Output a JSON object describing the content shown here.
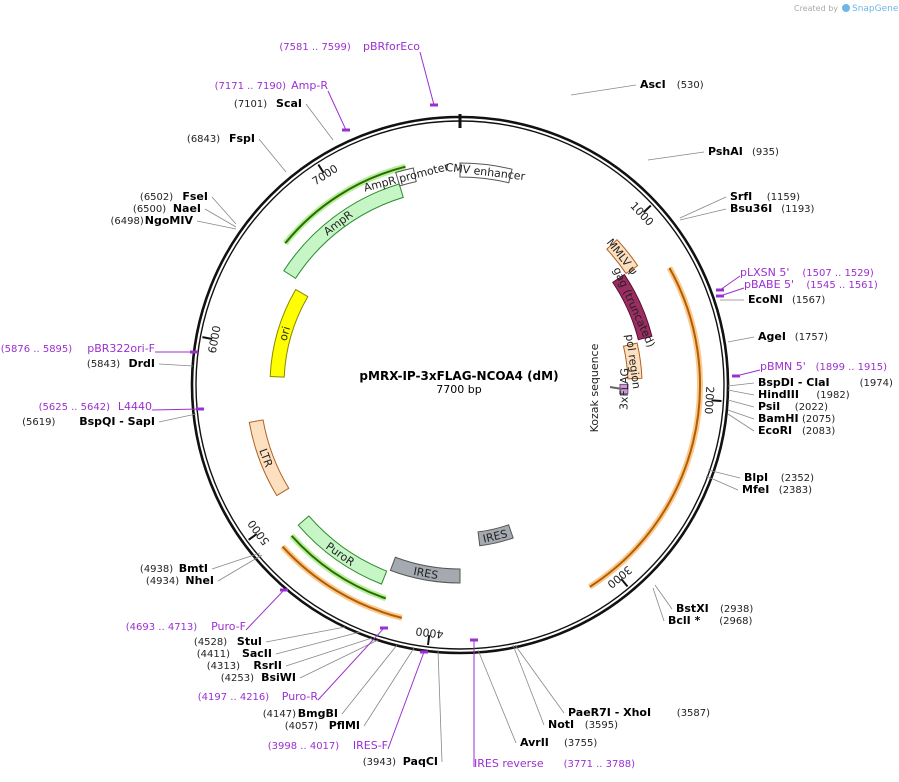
{
  "header": {
    "created_by": "Created by",
    "brand": "SnapGene"
  },
  "plasmid": {
    "name": "pMRX-IP-3xFLAG-NCOA4 (dM)",
    "size": "7700 bp",
    "length": 7700
  },
  "ticks": [
    "1000",
    "2000",
    "3000",
    "4000",
    "5000",
    "6000",
    "7000"
  ],
  "features": [
    {
      "id": "cmv",
      "label": "CMV enhancer",
      "start": 7700,
      "end": 7990,
      "color": "#ffffff",
      "stroke": "#555"
    },
    {
      "id": "mmlv",
      "label": "MMLV ψ",
      "start": 1010,
      "end": 1200,
      "color": "#fde0c0",
      "stroke": "#b06020"
    },
    {
      "id": "gag",
      "label": "gag (truncated)",
      "start": 1200,
      "end": 1620,
      "color": "#9a2d62",
      "stroke": "#5a0d32"
    },
    {
      "id": "pol",
      "label": "pol region",
      "start": 1640,
      "end": 1880,
      "color": "#fde0c0",
      "stroke": "#b06020"
    },
    {
      "id": "flag",
      "label": "3xFLAG",
      "start": 1920,
      "end": 1990,
      "color": "#c99bd0",
      "stroke": "#7a4a88"
    },
    {
      "id": "ires1",
      "label": "IRES",
      "start": 3440,
      "end": 3700,
      "color": "#a5a9b0",
      "stroke": "#555"
    },
    {
      "id": "ires2",
      "label": "IRES",
      "start": 3850,
      "end": 4290,
      "color": "#a5a9b0",
      "stroke": "#555"
    },
    {
      "id": "puro",
      "label": "PuroR",
      "start": 4310,
      "end": 4900,
      "color": "#c6f5c6",
      "stroke": "#2b8a2b"
    },
    {
      "id": "ltr",
      "label": "LTR",
      "start": 5110,
      "end": 5560,
      "color": "#fde0c0",
      "stroke": "#b06020"
    },
    {
      "id": "ori",
      "label": "ori",
      "start": 5830,
      "end": 6420,
      "color": "#ffff00",
      "stroke": "#888800"
    },
    {
      "id": "ampr",
      "label": "AmpR",
      "start": 6480,
      "end": 7340,
      "color": "#c6f5c6",
      "stroke": "#2b8a2b"
    },
    {
      "id": "amprp",
      "label": "AmpR promoter",
      "start": 7340,
      "end": 7440,
      "color": "#ffffff",
      "stroke": "#555"
    }
  ],
  "kozak": "Kozak sequence",
  "orange_arcs": [
    {
      "start": 1300,
      "end": 3150
    },
    {
      "start": 4150,
      "end": 4870
    }
  ],
  "green_arcs": [
    {
      "start": 6610,
      "end": 7400
    },
    {
      "start": 4260,
      "end": 4880
    }
  ],
  "enzymes": [
    {
      "name": "AscI",
      "pos": "(530)",
      "side": "right"
    },
    {
      "name": "PshAI",
      "pos": "(935)",
      "side": "right"
    },
    {
      "name": "SrfI",
      "pos": "(1159)",
      "side": "right"
    },
    {
      "name": "Bsu36I",
      "pos": "(1193)",
      "side": "right"
    },
    {
      "name": "EcoNI",
      "pos": "(1567)",
      "side": "right"
    },
    {
      "name": "AgeI",
      "pos": "(1757)",
      "side": "right"
    },
    {
      "name": "BspDI  - ClaI",
      "pos": "(1974)",
      "side": "right"
    },
    {
      "name": "HindIII",
      "pos": "(1982)",
      "side": "right"
    },
    {
      "name": "PsiI",
      "pos": "(2022)",
      "side": "right"
    },
    {
      "name": "BamHI",
      "pos": "(2075)",
      "side": "right"
    },
    {
      "name": "EcoRI",
      "pos": "(2083)",
      "side": "right"
    },
    {
      "name": "BlpI",
      "pos": "(2352)",
      "side": "right"
    },
    {
      "name": "MfeI",
      "pos": "(2383)",
      "side": "right"
    },
    {
      "name": "BstXI",
      "pos": "(2938)",
      "side": "right"
    },
    {
      "name": "BclI *",
      "pos": "(2968)",
      "side": "right"
    },
    {
      "name": "PaeR7I  - XhoI",
      "pos": "(3587)",
      "side": "right"
    },
    {
      "name": "NotI",
      "pos": "(3595)",
      "side": "right"
    },
    {
      "name": "AvrII",
      "pos": "(3755)",
      "side": "right"
    },
    {
      "name": "PaqCI",
      "pos": "(3943)",
      "side": "left"
    },
    {
      "name": "PflMI",
      "pos": "(4057)",
      "side": "left"
    },
    {
      "name": "BmgBI",
      "pos": "(4147)",
      "side": "left"
    },
    {
      "name": "BsiWI",
      "pos": "(4253)",
      "side": "left"
    },
    {
      "name": "RsrII",
      "pos": "(4313)",
      "side": "left"
    },
    {
      "name": "SacII",
      "pos": "(4411)",
      "side": "left"
    },
    {
      "name": "StuI",
      "pos": "(4528)",
      "side": "left"
    },
    {
      "name": "NheI",
      "pos": "(4934)",
      "side": "left"
    },
    {
      "name": "BmtI",
      "pos": "(4938)",
      "side": "left"
    },
    {
      "name": "BspQI  - SapI",
      "pos": "(5619)",
      "side": "left"
    },
    {
      "name": "DrdI",
      "pos": "(5843)",
      "side": "left"
    },
    {
      "name": "NgoMIV",
      "pos": "(6498)",
      "side": "left"
    },
    {
      "name": "NaeI",
      "pos": "(6500)",
      "side": "left"
    },
    {
      "name": "FseI",
      "pos": "(6502)",
      "side": "left"
    },
    {
      "name": "FspI",
      "pos": "(6843)",
      "side": "left"
    },
    {
      "name": "ScaI",
      "pos": "(7101)",
      "side": "left"
    }
  ],
  "primers": [
    {
      "name": "pBRforEco",
      "pos": "(7581 .. 7599)"
    },
    {
      "name": "Amp-R",
      "pos": "(7171 .. 7190)"
    },
    {
      "name": "pLXSN 5'",
      "pos": "(1507 .. 1529)"
    },
    {
      "name": "pBABE 5'",
      "pos": "(1545 .. 1561)"
    },
    {
      "name": "pBMN 5'",
      "pos": "(1899 .. 1915)"
    },
    {
      "name": "pBR322ori-F",
      "pos": "(5876 .. 5895)"
    },
    {
      "name": "L4440",
      "pos": "(5625 .. 5642)"
    },
    {
      "name": "Puro-F",
      "pos": "(4693 .. 4713)"
    },
    {
      "name": "Puro-R",
      "pos": "(4197 .. 4216)"
    },
    {
      "name": "IRES-F",
      "pos": "(3998 .. 4017)"
    },
    {
      "name": "IRES reverse",
      "pos": "(3771 .. 3788)"
    }
  ]
}
